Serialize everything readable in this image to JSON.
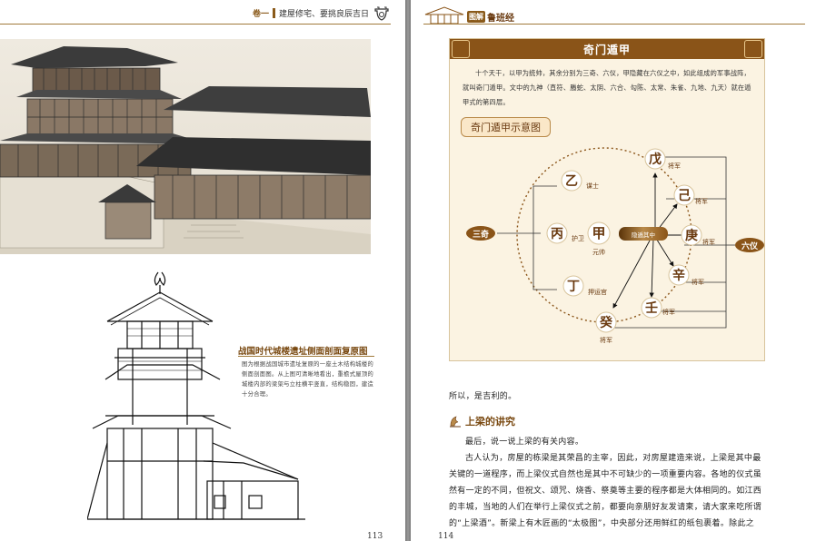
{
  "left_page": {
    "header": {
      "chapter": "卷一",
      "title": "建屋修宅、要挑良辰吉日"
    },
    "caption": {
      "title": "战国时代城楼遗址侧面剖面复原图",
      "body": "图为根据战国城市遗址复原的一座土木结构城楼的侧面剖面图。从上图可清晰地看出，重檐式屋顶的城楼内部的梁架与立柱横平竖直，结构稳固，建造十分合理。"
    },
    "page_number": "113"
  },
  "right_page": {
    "header": {
      "badge": "图解",
      "title": "鲁班经"
    },
    "box": {
      "title": "奇门遁甲",
      "intro": "十个天干，以甲为统帅，其余分别为三奇、六仪，甲隐藏在六仪之中，如此组成的军事战阵，就叫奇门遁甲。文中的九神（直符、螣蛇、太阴、六合、勾陈、太常、朱雀、九地、九天）就在遁甲式的第四层。",
      "diagram_title": "奇门遁甲示意图",
      "diagram": {
        "sanqi_label": "三奇",
        "liuyi_label": "六仪",
        "center": {
          "char": "甲",
          "role": "元帅",
          "arrow_label": "隐遁其中"
        },
        "sanqi": [
          {
            "char": "乙",
            "role": "谋士"
          },
          {
            "char": "丙",
            "role": "护卫"
          },
          {
            "char": "丁",
            "role": "押运官"
          }
        ],
        "liuyi": [
          {
            "char": "戊",
            "role": "将军"
          },
          {
            "char": "己",
            "role": "将军"
          },
          {
            "char": "庚",
            "role": "将军"
          },
          {
            "char": "辛",
            "role": "将军"
          },
          {
            "char": "壬",
            "role": "将军"
          },
          {
            "char": "癸",
            "role": "将军"
          }
        ]
      }
    },
    "line_after_box": "所以，是吉利的。",
    "section": {
      "title": "上梁的讲究",
      "p1": "最后，说一说上梁的有关内容。",
      "p2": "古人认为，房屋的栋梁是其荣昌的主宰，因此，对房屋建造来说，上梁是其中最关键的一道程序，而上梁仪式自然也是其中不可缺少的一项重要内容。各地的仪式虽然有一定的不同，但祝文、颂咒、烧香、祭奠等主要的程序都是大体相同的。如江西的丰城，当地的人们在举行上梁仪式之前，都要向亲朋好友发请柬，请大家来吃所谓的“上梁酒”。新梁上有木匠画的“太极图”，中央部分还用鲜红的纸包裹着。除此之"
    },
    "page_number": "114"
  },
  "colors": {
    "brown": "#8a5418",
    "gold": "#b98a4a",
    "cream": "#fbf3e2"
  }
}
